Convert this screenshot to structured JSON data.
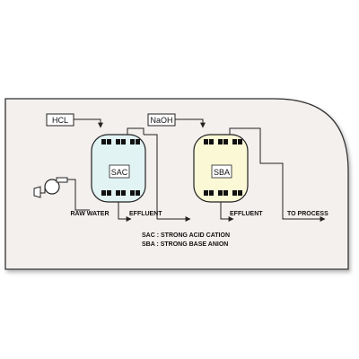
{
  "chemicals": {
    "acid": "HCL",
    "base": "NaOH"
  },
  "vessels": {
    "cation": "SAC",
    "anion": "SBA"
  },
  "streams": {
    "raw_water": "RAW WATER",
    "effluent_1": "EFFLUENT",
    "effluent_2": "EFFLUENT",
    "to_process": "TO PROCESS"
  },
  "legend": {
    "sac": "SAC : STRONG ACID CATION",
    "sba": "SBA : STRONG BASE ANION"
  },
  "colors": {
    "panel_bg": "#f4f0ee",
    "sac_fill": "#e2f3f4",
    "sba_fill": "#fbf8d6",
    "line": "#222222"
  }
}
